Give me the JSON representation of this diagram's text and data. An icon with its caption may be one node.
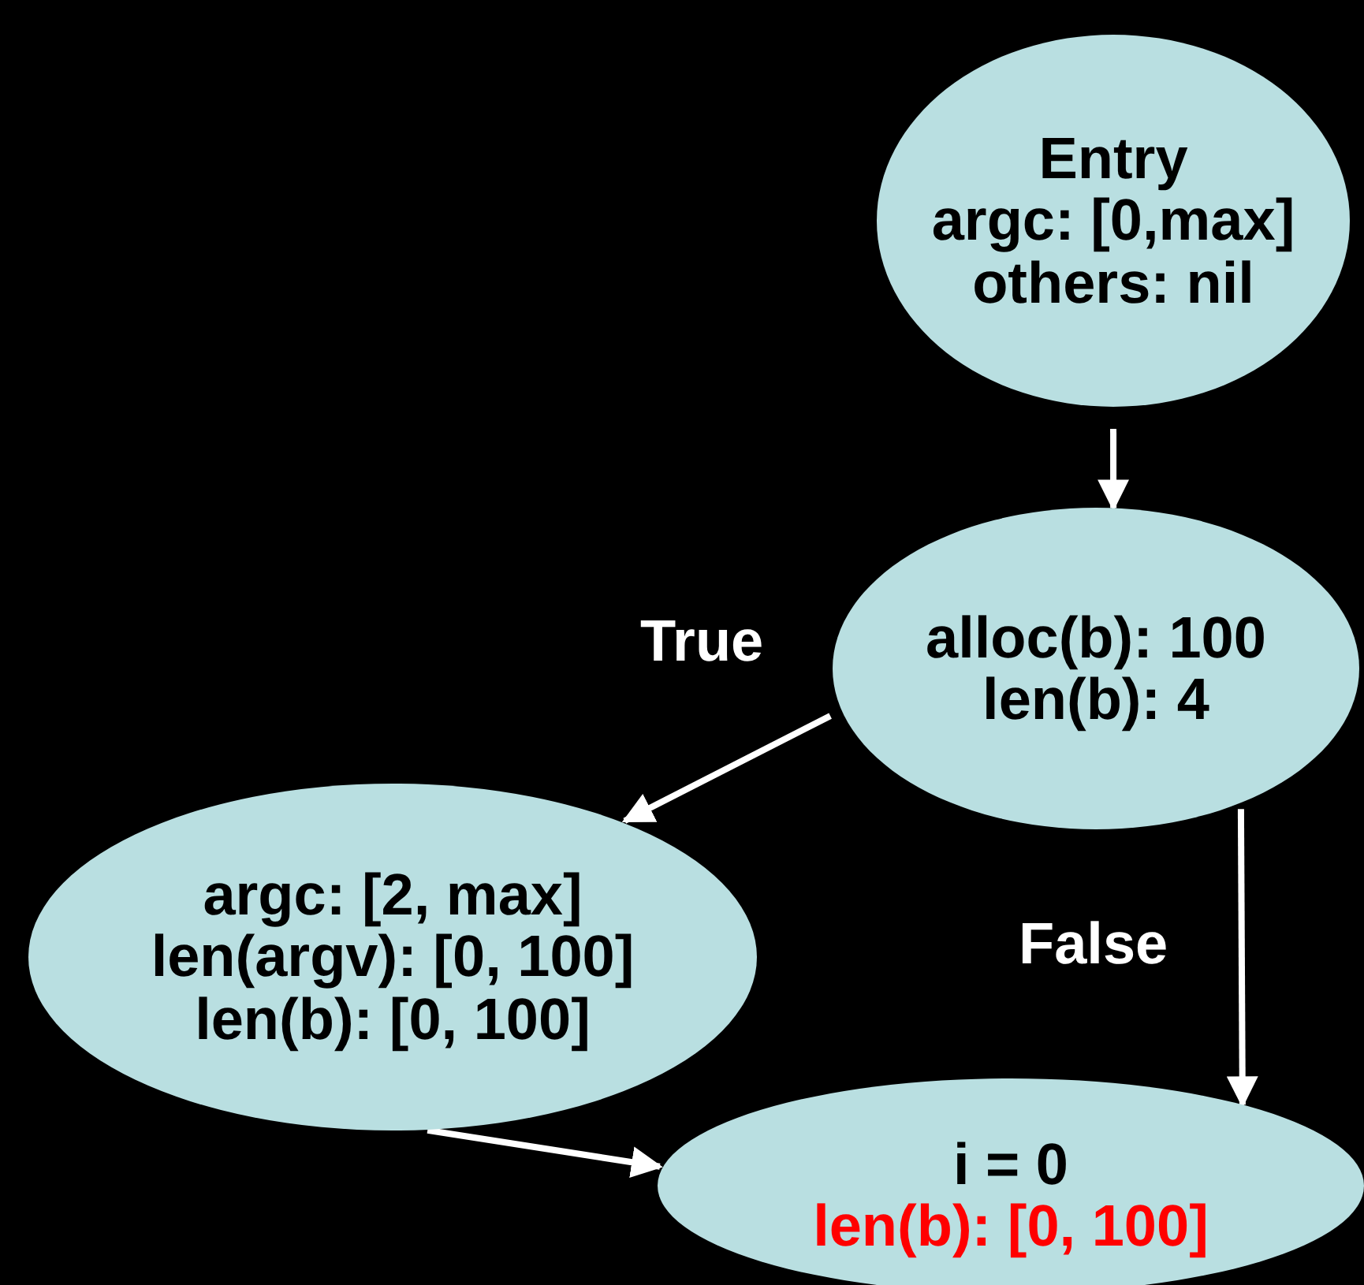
{
  "diagram": {
    "nodes": [
      {
        "text": [
          "Entry",
          "argc: [0,max]",
          "others: nil"
        ]
      },
      {
        "text": [
          "alloc(b): 100",
          "len(b): 4"
        ]
      },
      {
        "text": [
          "argc: [2, max]",
          "len(argv): [0, 100]",
          "len(b): [0, 100]"
        ]
      },
      {
        "text": [
          "i = 0",
          "len(b): [0, 100]"
        ]
      }
    ],
    "edges": [
      {
        "from": 0,
        "to": 1,
        "arrow": "to"
      },
      {
        "from": 1,
        "to": 2,
        "arrow": "to",
        "label": "True"
      },
      {
        "from": 1,
        "to": 3,
        "arrow": "to",
        "label": "False"
      },
      {
        "from": 2,
        "to": 3,
        "arrow": "to"
      }
    ]
  }
}
